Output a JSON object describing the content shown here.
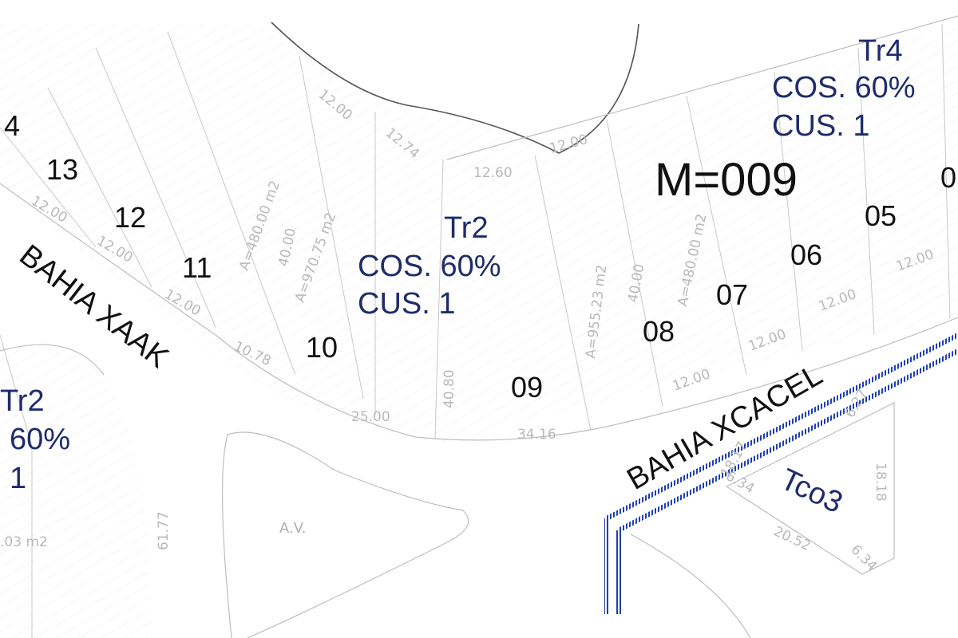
{
  "block": {
    "id": "M=009"
  },
  "streets": {
    "xaak": "BAHIA XAAK",
    "xcacel": "BAHIA XCACEL"
  },
  "zones": {
    "center": {
      "code": "Tr2",
      "cos": "COS. 60%",
      "cus": "CUS. 1"
    },
    "top_right": {
      "code": "Tr4",
      "cos": "COS. 60%",
      "cus": "CUS. 1"
    },
    "left": {
      "code": "Tr2",
      "cos": "60%",
      "cus": "1"
    },
    "commercial": {
      "code": "Tco3"
    }
  },
  "lots": {
    "l4": "4",
    "l13": "13",
    "l12": "12",
    "l11": "11",
    "l10": "10",
    "l09": "09",
    "l08": "08",
    "l07": "07",
    "l06": "06",
    "l05": "05",
    "l0x": "0"
  },
  "dimensions": {
    "d1": "12.00",
    "d2": "12.74",
    "d3": "12.60",
    "d4": "12.00",
    "d5": "12.00",
    "d6": "12.00",
    "d7": "12.00",
    "d8": "12.00",
    "d9": "40.00",
    "d10": "10.78",
    "d11": "25.00",
    "d12": "40.80",
    "d13": "34.16",
    "d14": "40.00",
    "d15": "12.00",
    "d16": "12.00",
    "d17": "12.00",
    "d18": "12.00",
    "d19": "12.00",
    "d20": "61.77",
    "d21": "18.17",
    "d22": "18.18",
    "d23": "6.34",
    "d24": "20.52",
    "d25": "6.34",
    "d26": "6.27"
  },
  "areas": {
    "a1": "A=480.00  m2",
    "a2": "A=970.75  m2",
    "a3": "A=955.23  m2",
    "a4": "A=480.00  m2",
    "a5": ".03  m2"
  },
  "green_area": {
    "label": "A.V."
  },
  "colors": {
    "zone_text": "#1e2c6b",
    "boundary_blue": "#1f3fb0",
    "curb": "#555555"
  }
}
